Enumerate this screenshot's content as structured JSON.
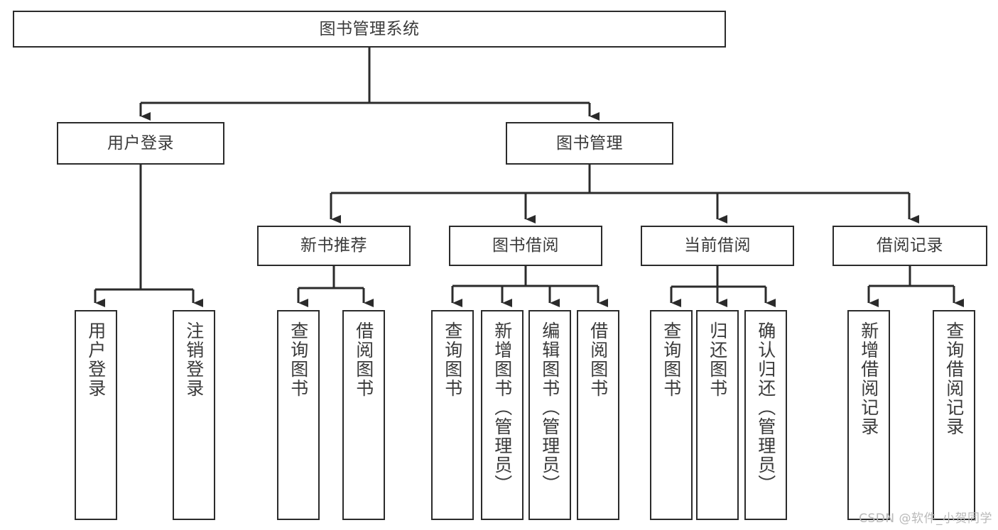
{
  "diagram": {
    "title": "图书管理系统",
    "type": "hierarchy-tree",
    "colors": {
      "line": "#2b2b2b",
      "box_border": "#2b2b2b",
      "box_fill": "#ffffff",
      "text": "#3a3a3a",
      "background": "#ffffff",
      "watermark": "#b9b9b9"
    },
    "watermark": "CSDN @软件_小贺同学",
    "levels": {
      "level1": [
        {
          "id": "root",
          "label": "图书管理系统"
        }
      ],
      "level2": [
        {
          "id": "user-login",
          "label": "用户登录"
        },
        {
          "id": "book-manage",
          "label": "图书管理"
        }
      ],
      "level3": [
        {
          "id": "new-book-rec",
          "label": "新书推荐"
        },
        {
          "id": "book-borrow",
          "label": "图书借阅"
        },
        {
          "id": "current-borrow",
          "label": "当前借阅"
        },
        {
          "id": "borrow-record",
          "label": "借阅记录"
        }
      ],
      "level4": [
        {
          "id": "leaf-user-login",
          "label": "用户登录",
          "parent": "user-login"
        },
        {
          "id": "leaf-user-logout",
          "label": "注销登录",
          "parent": "user-login"
        },
        {
          "id": "leaf-query-book-1",
          "label": "查询图书",
          "parent": "new-book-rec"
        },
        {
          "id": "leaf-borrow-book-1",
          "label": "借阅图书",
          "parent": "new-book-rec"
        },
        {
          "id": "leaf-query-book-2",
          "label": "查询图书",
          "parent": "book-borrow"
        },
        {
          "id": "leaf-add-book",
          "label": "新增图书（管理员）",
          "parent": "book-borrow"
        },
        {
          "id": "leaf-edit-book",
          "label": "编辑图书（管理员）",
          "parent": "book-borrow"
        },
        {
          "id": "leaf-borrow-book-2",
          "label": "借阅图书",
          "parent": "book-borrow"
        },
        {
          "id": "leaf-query-book-3",
          "label": "查询图书",
          "parent": "current-borrow"
        },
        {
          "id": "leaf-return-book",
          "label": "归还图书",
          "parent": "current-borrow"
        },
        {
          "id": "leaf-confirm-return",
          "label": "确认归还（管理员）",
          "parent": "current-borrow"
        },
        {
          "id": "leaf-add-record",
          "label": "新增借阅记录",
          "parent": "borrow-record"
        },
        {
          "id": "leaf-query-record",
          "label": "查询借阅记录",
          "parent": "borrow-record"
        }
      ]
    }
  }
}
